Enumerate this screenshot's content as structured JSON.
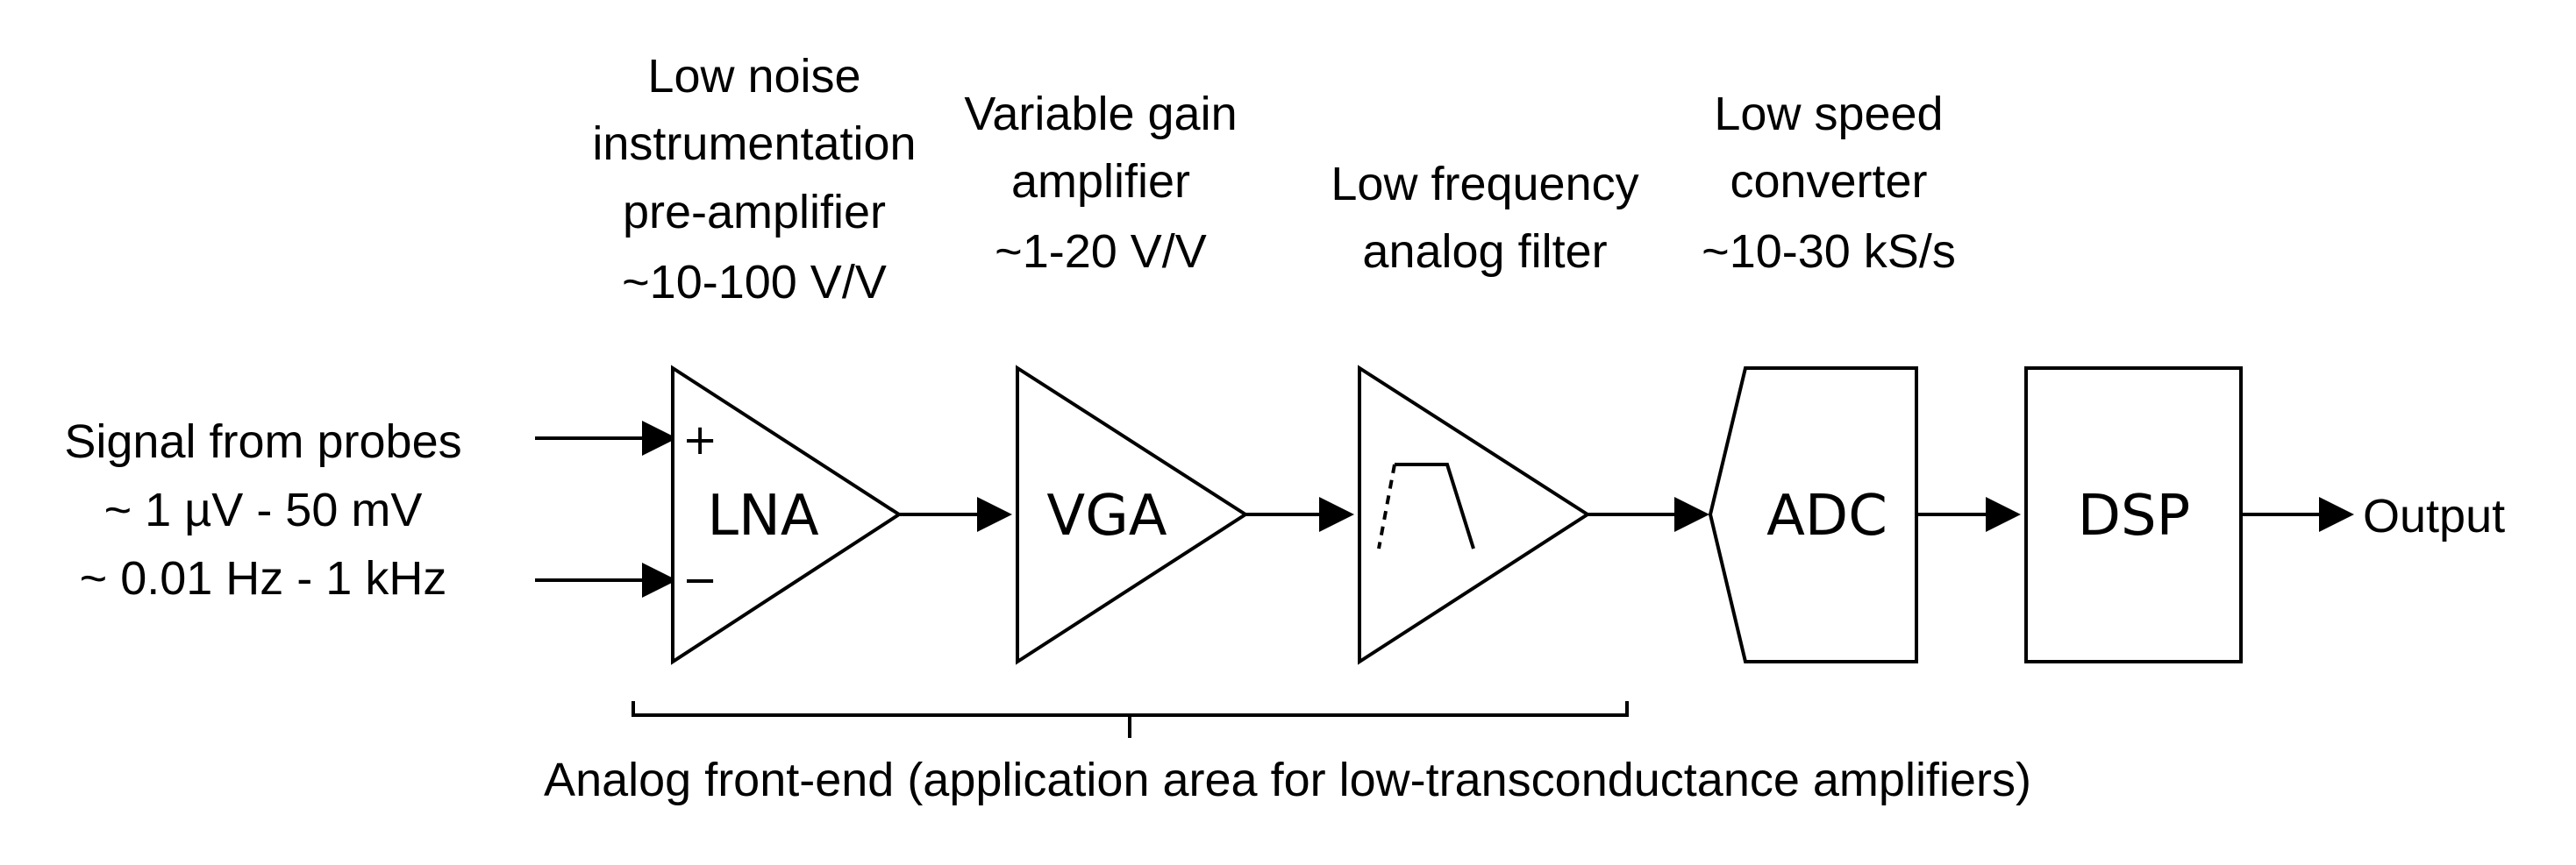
{
  "input": {
    "lines": [
      "Signal from probes",
      "~ 1 µV - 50 mV",
      "~ 0.01 Hz - 1 kHz"
    ],
    "plus_sign": "+",
    "minus_sign": "−"
  },
  "stages": {
    "lna": {
      "block_label": "LNA",
      "title_lines": [
        "Low noise",
        "instrumentation",
        "pre-amplifier",
        "~10-100 V/V"
      ]
    },
    "vga": {
      "block_label": "VGA",
      "title_lines": [
        "Variable gain",
        "amplifier",
        "~1-20 V/V"
      ]
    },
    "filter": {
      "block_label": "",
      "title_lines": [
        "Low frequency",
        "analog filter"
      ]
    },
    "adc": {
      "block_label": "ADC",
      "title_lines": [
        "Low speed",
        "converter",
        "~10-30 kS/s"
      ]
    },
    "dsp": {
      "block_label": "DSP",
      "title_lines": []
    }
  },
  "output_label": "Output",
  "front_end_caption": "Analog front-end (application area for low-transconductance amplifiers)"
}
